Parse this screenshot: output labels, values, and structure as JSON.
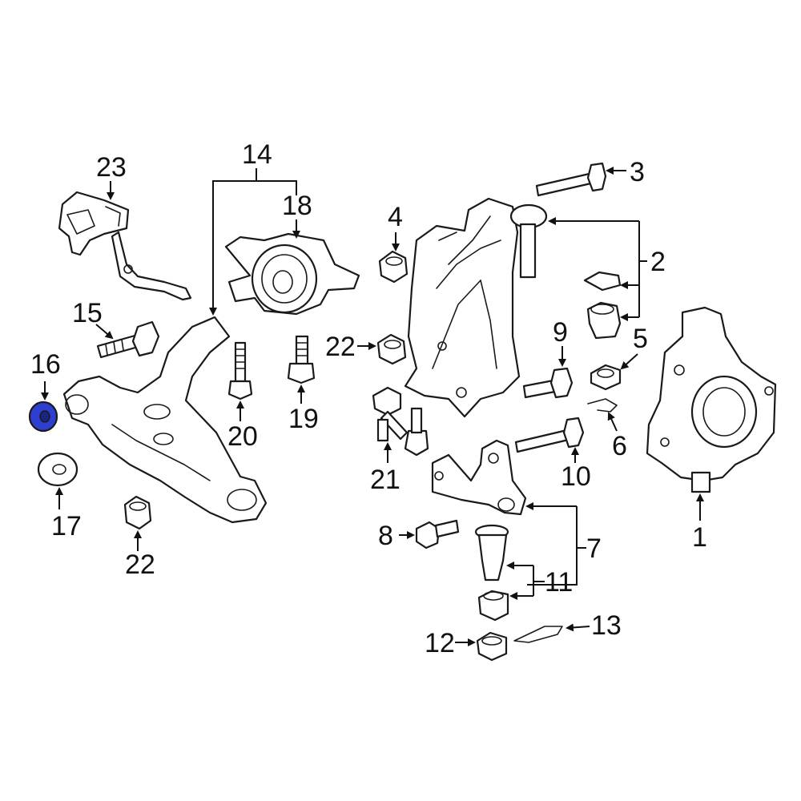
{
  "diagram": {
    "highlight_color": "#2e3fcf",
    "highlighted_part": "16",
    "callouts": {
      "c1": "1",
      "c2": "2",
      "c3": "3",
      "c4": "4",
      "c5": "5",
      "c6": "6",
      "c7": "7",
      "c8": "8",
      "c9": "9",
      "c10": "10",
      "c11": "11",
      "c12": "12",
      "c13": "13",
      "c14": "14",
      "c15": "15",
      "c16": "16",
      "c17": "17",
      "c18": "18",
      "c19": "19",
      "c20": "20",
      "c21": "21",
      "c22a": "22",
      "c22b": "22",
      "c23": "23"
    }
  }
}
